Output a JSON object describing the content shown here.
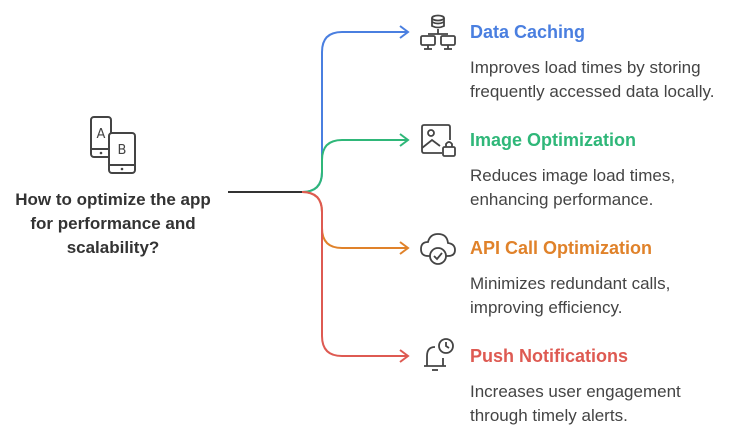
{
  "central": {
    "question": "How to optimize the app for performance and scalability?",
    "icon": "ab-test-phones-icon"
  },
  "branches": [
    {
      "title": "Data Caching",
      "description": "Improves load times by storing frequently accessed data locally.",
      "color": "#4a7fe0",
      "icon": "server-network-icon"
    },
    {
      "title": "Image Optimization",
      "description": "Reduces image load times, enhancing performance.",
      "color": "#2fb779",
      "icon": "image-lock-icon"
    },
    {
      "title": "API Call Optimization",
      "description": "Minimizes redundant calls, improving efficiency.",
      "color": "#e0822a",
      "icon": "cloud-check-icon"
    },
    {
      "title": "Push Notifications",
      "description": "Increases user engagement through timely alerts.",
      "color": "#de5a52",
      "icon": "bell-clock-icon"
    }
  ],
  "colors": {
    "trunk": "#333333",
    "text": "#444444",
    "icon_stroke": "#444444"
  }
}
